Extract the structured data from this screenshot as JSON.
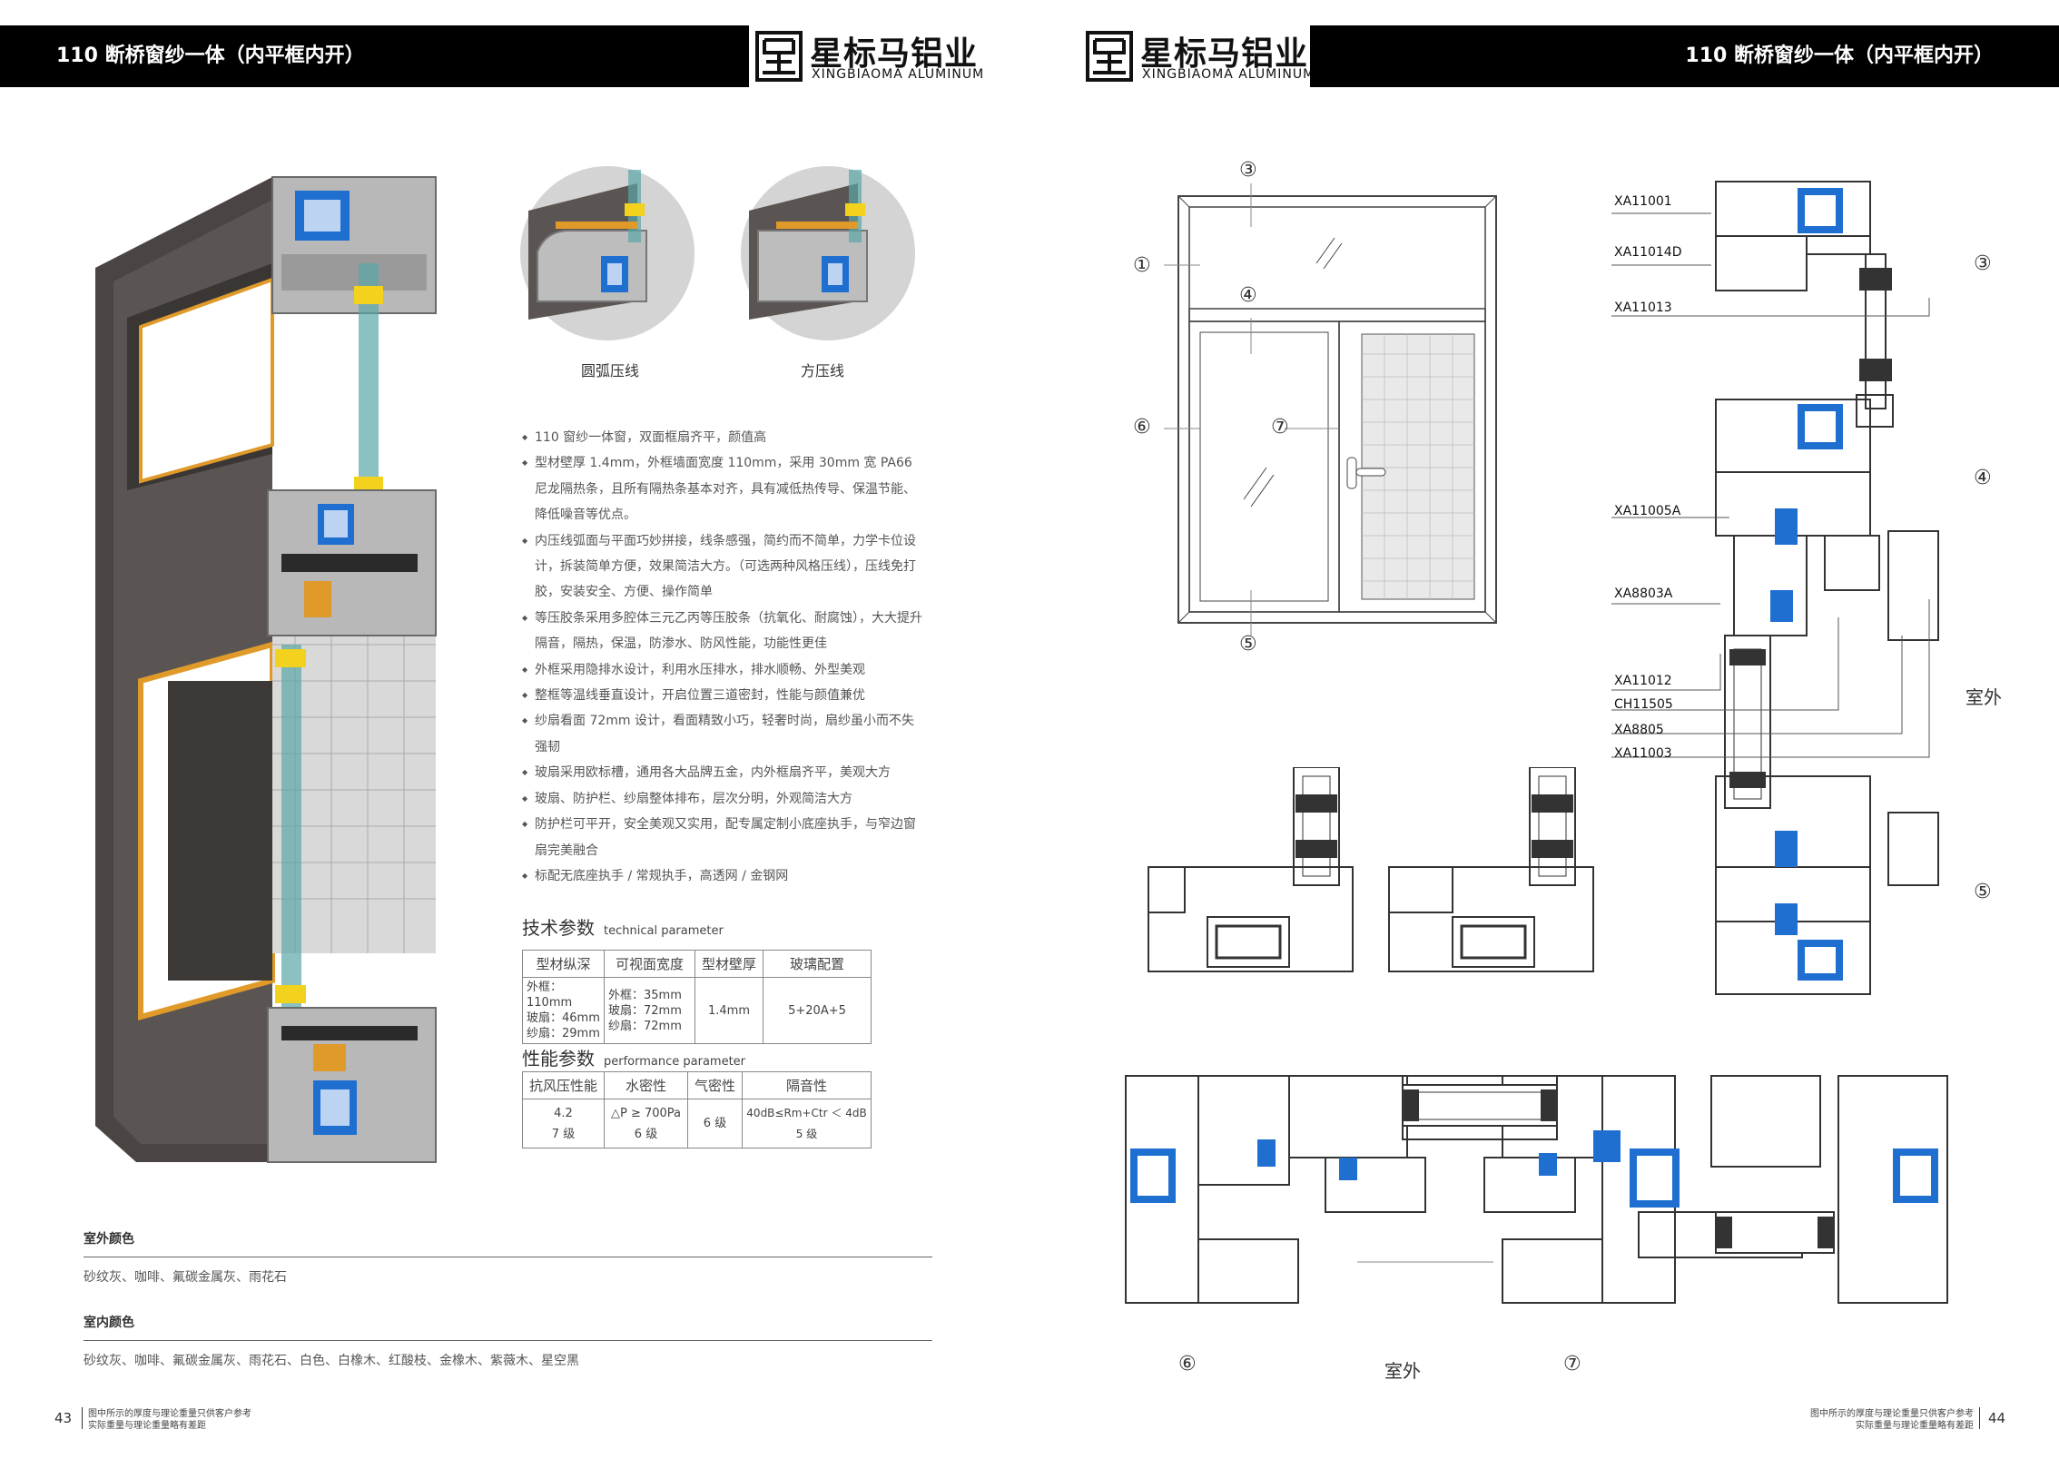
{
  "left_page": {
    "header_title": "110 断桥窗纱一体（内平框内开）",
    "brand_cn": "星标马铝业",
    "brand_en": "XINGBIAOMA ALUMINUM",
    "closeup_captions": [
      "圆弧压线",
      "方压线"
    ],
    "features": [
      "110 窗纱一体窗，双面框扇齐平，颜值高",
      "型材壁厚 1.4mm，外框墙面宽度 110mm，采用 30mm 宽 PA66 尼龙隔热条，且所有隔热条基本对齐，具有减低热传导、保温节能、降低噪音等优点。",
      "内压线弧面与平面巧妙拼接，线条感强，简约而不简单，力学卡位设计，拆装简单方便，效果简洁大方。（可选两种风格压线），压线免打胶，安装安全、方便、操作简单",
      "等压胶条采用多腔体三元乙丙等压胶条（抗氧化、耐腐蚀），大大提升隔音，隔热，保温，防渗水、防风性能，功能性更佳",
      "外框采用隐排水设计，利用水压排水，排水顺畅、外型美观",
      "整框等温线垂直设计，开启位置三道密封，性能与颜值兼优",
      "纱扇看面 72mm 设计，看面精致小巧，轻奢时尚，扇纱虽小而不失强韧",
      "玻扇采用欧标槽，通用各大品牌五金，内外框扇齐平，美观大方",
      "玻扇、防护栏、纱扇整体排布，层次分明，外观简洁大方",
      "防护栏可平开，安全美观又实用，配专属定制小底座执手，与窄边窗扇完美融合",
      "标配无底座执手 / 常规执手，高透网 / 金钢网"
    ],
    "tech_title": "技术参数",
    "tech_title_en": "technical parameter",
    "tech_headers": [
      "型材纵深",
      "可视面宽度",
      "型材壁厚",
      "玻璃配置"
    ],
    "tech_row": {
      "depth": [
        "外框：110mm",
        "玻扇：46mm",
        "纱扇：29mm"
      ],
      "width": [
        "外框：35mm",
        "玻扇：72mm",
        "纱扇：72mm"
      ],
      "wall": "1.4mm",
      "glass": "5+20A+5"
    },
    "perf_title": "性能参数",
    "perf_title_en": "performance parameter",
    "perf_headers": [
      "抗风压性能",
      "水密性",
      "气密性",
      "隔音性"
    ],
    "perf_row": {
      "wind": [
        "4.2",
        "7 级"
      ],
      "water": [
        "△P ≥ 700Pa",
        "6 级"
      ],
      "air": "6 级",
      "sound": [
        "40dB≤Rm+Ctr ＜ 4dB",
        "5 级"
      ]
    },
    "outdoor_color_label": "室外颜色",
    "outdoor_colors": "砂纹灰、咖啡、氟碳金属灰、雨花石",
    "indoor_color_label": "室内颜色",
    "indoor_colors": "砂纹灰、咖啡、氟碳金属灰、雨花石、白色、白橡木、红酸枝、金橡木、紫薇木、星空黑",
    "page_number": "43",
    "footnote": [
      "图中所示的厚度与理论重量只供客户参考",
      "实际重量与理论重量略有差距"
    ]
  },
  "right_page": {
    "header_title": "110 断桥窗纱一体（内平框内开）",
    "brand_cn": "星标马铝业",
    "brand_en": "XINGBIAOMA ALUMINUM",
    "elevation_markers": [
      "③",
      "①",
      "④",
      "⑥",
      "⑦",
      "⑤"
    ],
    "profile_codes": [
      "XA11001",
      "XA11014D",
      "XA11013",
      "XA11005A",
      "XA8803A",
      "XA11012",
      "CH11505",
      "XA8805",
      "XA11003"
    ],
    "section_markers": [
      "③",
      "④",
      "⑤"
    ],
    "outdoor_label_right": "室外",
    "plan_markers": [
      "⑥",
      "⑦"
    ],
    "outdoor_label_bottom": "室外",
    "page_number": "44",
    "footnote": [
      "图中所示的厚度与理论重量只供客户参考",
      "实际重量与理论重量略有差距"
    ]
  },
  "colors": {
    "header": "#000000",
    "profile_gray": "#8c8c8c",
    "thermal_blue": "#1e6fd0",
    "frame_dark": "#4a4543",
    "accent_orange": "#e09a2a"
  }
}
